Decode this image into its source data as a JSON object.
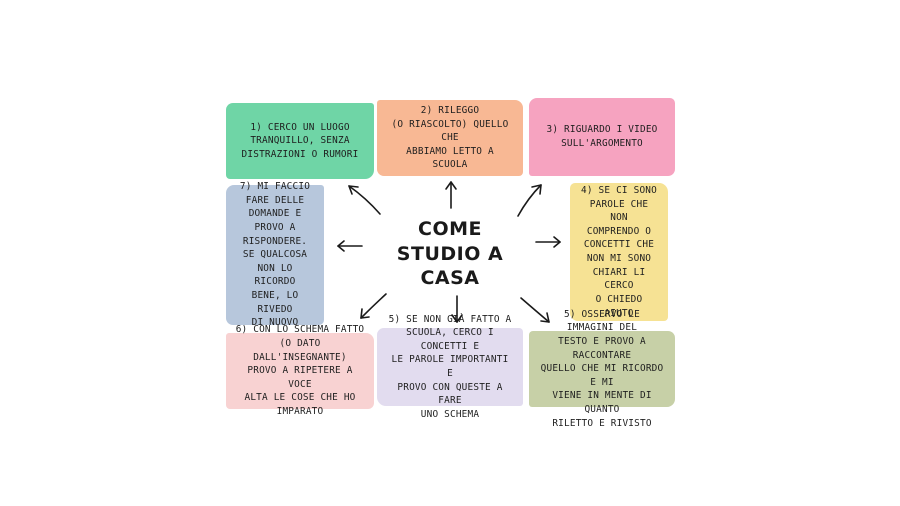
{
  "title": [
    "COME",
    "STUDIO A",
    "CASA"
  ],
  "notes": [
    {
      "lines": [
        "1) CERCO UN LUOGO",
        "TRANQUILLO, SENZA",
        "DISTRAZIONI O RUMORI"
      ],
      "color": "#6fd5a6"
    },
    {
      "lines": [
        "2) RILEGGO",
        "(O RIASCOLTO) QUELLO CHE",
        "ABBIAMO LETTO A SCUOLA"
      ],
      "color": "#f8b894"
    },
    {
      "lines": [
        "3) RIGUARDO I VIDEO",
        "SULL'ARGOMENTO"
      ],
      "color": "#f6a3c0"
    },
    {
      "lines": [
        "4) SE CI SONO",
        "PAROLE CHE NON",
        "COMPRENDO O",
        "CONCETTI CHE",
        "NON MI SONO",
        "CHIARI LI CERCO",
        "O CHIEDO AIUTO"
      ],
      "color": "#f6e294"
    },
    {
      "lines": [
        "5) OSSERVO LE IMMAGINI DEL",
        "TESTO E PROVO A RACCONTARE",
        "QUELLO CHE MI RICORDO E MI",
        "VIENE IN MENTE  DI QUANTO",
        "RILETTO E RIVISTO"
      ],
      "color": "#c7d0a7"
    },
    {
      "lines": [
        "5) SE NON GIÀ FATTO A",
        "SCUOLA, CERCO I CONCETTI E",
        "LE PAROLE IMPORTANTI E",
        "PROVO CON QUESTE A FARE",
        "UNO SCHEMA"
      ],
      "color": "#e2dcef"
    },
    {
      "lines": [
        "6) CON LO SCHEMA FATTO",
        "(O DATO DALL'INSEGNANTE)",
        "PROVO A RIPETERE A VOCE",
        "ALTA LE COSE CHE HO",
        "IMPARATO"
      ],
      "color": "#f8d2d2"
    },
    {
      "lines": [
        "7)  MI FACCIO",
        "FARE DELLE",
        "DOMANDE E",
        "PROVO A",
        "RISPONDERE.",
        "SE QUALCOSA",
        "NON LO RICORDO",
        "BENE, LO RIVEDO",
        "DI NUOVO"
      ],
      "color": "#b7c7dc"
    }
  ]
}
